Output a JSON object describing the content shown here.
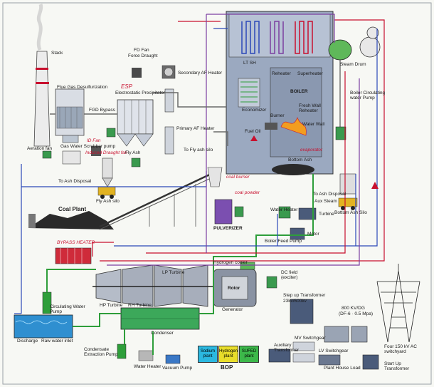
{
  "labels": {
    "stack": "Stack",
    "fgd": "Flue Gas Desulfurization",
    "fgd_bypass": "FGD Bypass",
    "fd_fan": "FD Fan",
    "force_draught": "Force Draught",
    "secondary_af_heater": "Secondary AF Heater",
    "esp": "ESP",
    "electrostatic_precipitator": "Electrostatic Precipitator",
    "aeration_fan": "Aeration fan",
    "gas_water_scrubber": "Gas Water Scrubber pump",
    "id_fan": "ID Fan",
    "induced_draught_fan": "Induced Draught fan",
    "fly_ash": "Fly Ash",
    "primary_af_heater": "Primary AF Heater",
    "to_fly_ash_silo": "To Fly ash silo",
    "to_ash_disposal": "To Ash Disposal",
    "fly_ash_silo": "Fly Ash silo",
    "coal_plant": "Coal Plant",
    "lt_sh": "LT SH",
    "reheater": "Reheater",
    "superheater": "Superheater",
    "boiler": "BOILER",
    "economizer": "Economizer",
    "steam_drum": "Steam Drum",
    "boiler_circulating_pump": "Boiler Circulating water Pump",
    "fuel_oil": "Fuel Oil",
    "burner": "Burner",
    "water_wall": "Water Wall",
    "fresh_wall_reheater": "Fresh Wall Reheater",
    "evaporator": "evaporator",
    "bottom_ash": "Bottom Ash",
    "coal_burner": "coal burner",
    "coal_powder": "coal powder",
    "pulverizer": "PULVERIZER",
    "water_heater_top": "Water Heater",
    "to_ash_disposal_2": "To Ash Disposal",
    "aux_steam": "Aux Steam",
    "turbine_small": "Turbine",
    "bottom_ash_silo": "Bottom Ash Silo",
    "motor": "Motor",
    "boiler_feed_pump": "Boiler Feed Pump",
    "bypass_heater": "BYPASS HEATER",
    "hp_turbine": "HP Turbine",
    "rh_turbine": "RH Turbine",
    "lp_turbine": "LP Turbine",
    "hydrogen_cooler": "Hydrogen cooler",
    "rotor": "Rotor",
    "generator": "Generator",
    "dc_field": "DC field (exciter)",
    "step_up_transformer": "Step up Transformer",
    "kv_rating": "23kv/600kv",
    "kv_dg_set": "800 KV/DG",
    "kv_sub": "(DF-6 · 0.5 Mpa)",
    "circulating_water_pump": "Circulating Water Pump",
    "condenser": "Condenser",
    "auxiliary_transformer": "Auxiliary Transformer",
    "mv_switchgear": "MV Switchgear",
    "plant_house_load": "Plant House Load",
    "lv_switchgear": "LV Switchgear",
    "four_kv_ac": "Four 150 kV AC switchyard",
    "start_up_transformer": "Start Up Transformer",
    "discharge": "Discharge",
    "raw_water_inlet": "Raw water inlet",
    "condensate_extraction_pump": "Condensate Extraction Pump",
    "water_heater": "Water Heater",
    "vacuum_pump": "Vacuum Pump",
    "bop": "BOP",
    "sodium_plant": "Sodium plant",
    "hydrogen_plant": "Hydrogen plant",
    "sulfuric_plant": "SUFED plant"
  },
  "colors": {
    "pipe_green": "#2e9e3a",
    "pipe_blue": "#2b48b8",
    "pipe_red": "#c8102e",
    "pipe_purple": "#7b3fa0",
    "boiler_body": "#8f9db5",
    "flame": "#f29d1f",
    "bop_sodium": "#2bb8e0",
    "bop_hydrogen": "#e8dd2a",
    "bop_sulfur": "#3cb84a"
  },
  "icons": [
    "chimney-icon",
    "fan-icon",
    "pump-icon",
    "truck-icon",
    "transmission-tower-icon",
    "transformer-icon",
    "motor-icon",
    "flame-icon"
  ]
}
